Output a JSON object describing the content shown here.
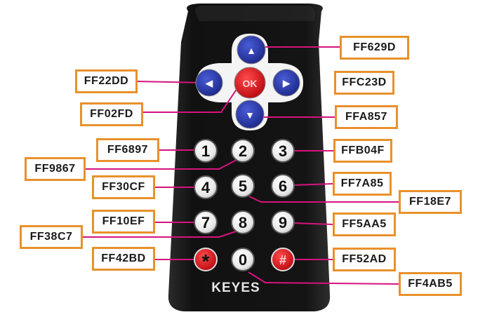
{
  "brand": "KEYES",
  "colors": {
    "remote_body": "#151515",
    "leader_line": "#d6137e",
    "box_border": "#e8912c",
    "dpad_blue": "#2233a8",
    "ok_red": "#e0141b",
    "special_red": "#d8121a",
    "key_white": "#f2f2f2"
  },
  "dpad": {
    "up": {
      "glyph": "▲",
      "code": "FF629D"
    },
    "left": {
      "glyph": "◀",
      "code": "FF22DD"
    },
    "ok": {
      "glyph": "OK",
      "code": "FF02FD"
    },
    "right": {
      "glyph": "▶",
      "code": "FFC23D"
    },
    "down": {
      "glyph": "▼",
      "code": "FFA857"
    }
  },
  "keys": {
    "k1": {
      "label": "1",
      "code": "FF6897"
    },
    "k2": {
      "label": "2",
      "code": "FF9867"
    },
    "k3": {
      "label": "3",
      "code": "FFB04F"
    },
    "k4": {
      "label": "4",
      "code": "FF30CF"
    },
    "k5": {
      "label": "5",
      "code": "FF18E7"
    },
    "k6": {
      "label": "6",
      "code": "FF7A85"
    },
    "k7": {
      "label": "7",
      "code": "FF10EF"
    },
    "k8": {
      "label": "8",
      "code": "FF38C7"
    },
    "k9": {
      "label": "9",
      "code": "FF5AA5"
    },
    "star": {
      "label": "*",
      "code": "FF42BD"
    },
    "k0": {
      "label": "0",
      "code": "FF4AB5"
    },
    "hash": {
      "label": "#",
      "code": "FF52AD"
    }
  }
}
